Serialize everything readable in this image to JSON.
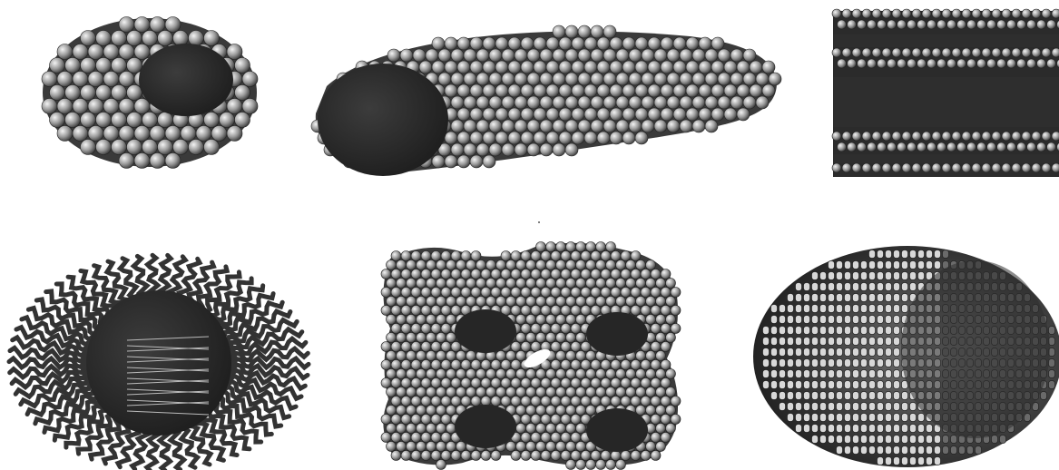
{
  "figure": {
    "panels": [
      {
        "id": "spherical-micelle",
        "shape": "sphere-cutaway"
      },
      {
        "id": "cylindrical-micelle",
        "shape": "cylinder"
      },
      {
        "id": "lamellar-phase",
        "shape": "stacked-bilayers"
      },
      {
        "id": "reverse-micelle",
        "shape": "tail-corona"
      },
      {
        "id": "bicontinuous-phase",
        "shape": "porous-network"
      },
      {
        "id": "vesicle",
        "shape": "hollow-sphere"
      }
    ],
    "colors": {
      "background": "#ffffff",
      "bead_light": "#e6e6e6",
      "bead_mid": "#8e8e8e",
      "core_dark": "#2a2a2a",
      "tail": "#333333"
    }
  }
}
